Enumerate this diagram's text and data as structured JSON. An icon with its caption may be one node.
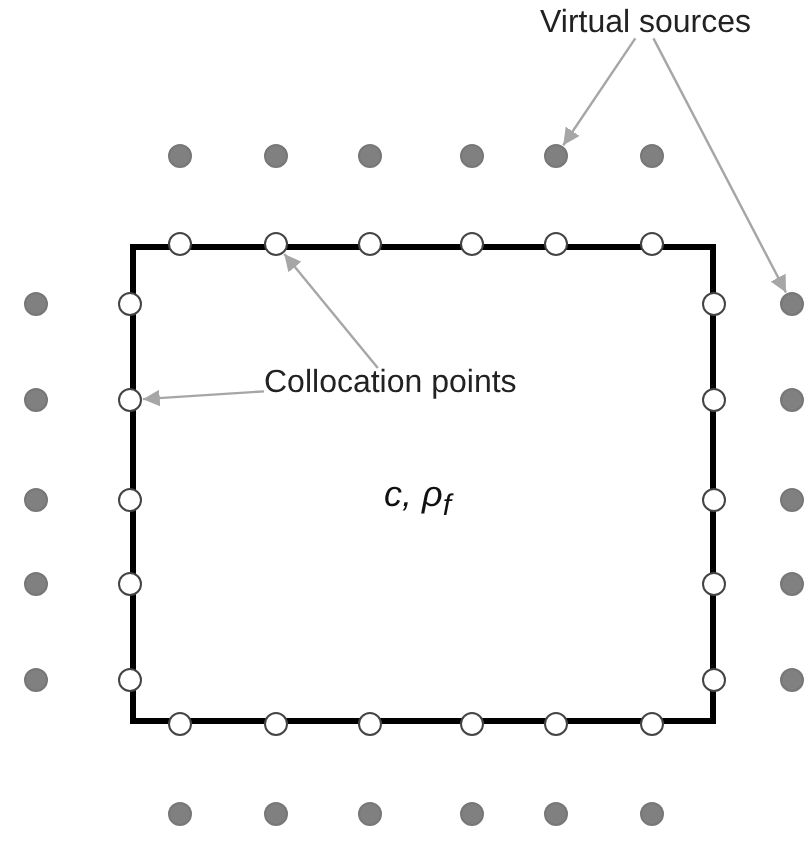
{
  "diagram": {
    "nodes": [
      {
        "text": [
          "Virtual sources"
        ]
      },
      {
        "text": [],
        "shape": "circle"
      },
      {
        "text": [],
        "shape": "circle"
      },
      {
        "text": [],
        "shape": "circle"
      },
      {
        "text": [],
        "shape": "circle"
      },
      {
        "text": [],
        "shape": "circle"
      },
      {
        "text": [],
        "shape": "circle"
      },
      {
        "text": [
          "c, ρ$_{f}$"
        ]
      },
      {
        "text": [],
        "shape": "circle"
      },
      {
        "text": [],
        "shape": "circle"
      },
      {
        "text": [],
        "shape": "circle"
      },
      {
        "text": [],
        "shape": "circle"
      },
      {
        "text": [],
        "shape": "circle"
      },
      {
        "text": [],
        "shape": "circle"
      },
      {
        "text": [
          "Collocation points"
        ],
        "in": 7
      },
      {
        "text": [],
        "shape": "circle"
      },
      {
        "text": [],
        "shape": "circle"
      },
      {
        "text": [],
        "shape": "circle"
      },
      {
        "text": [],
        "shape": "circle"
      },
      {
        "text": [],
        "shape": "circle"
      },
      {
        "text": [],
        "shape": "circle"
      },
      {
        "text": [],
        "shape": "circle"
      },
      {
        "text": [],
        "shape": "circle"
      },
      {
        "text": [],
        "shape": "circle"
      },
      {
        "text": [],
        "shape": "circle"
      },
      {
        "text": [],
        "shape": "circle"
      },
      {
        "text": [],
        "shape": "circle"
      },
      {
        "text": [],
        "shape": "circle"
      },
      {
        "text": [],
        "shape": "circle"
      },
      {
        "text": [],
        "shape": "circle"
      },
      {
        "text": [],
        "shape": "circle"
      },
      {
        "text": [],
        "shape": "circle"
      },
      {
        "text": [],
        "shape": "circle"
      },
      {
        "text": [],
        "shape": "circle"
      },
      {
        "text": [],
        "shape": "circle"
      },
      {
        "text": [],
        "shape": "circle"
      },
      {
        "text": [],
        "shape": "circle"
      },
      {
        "text": [],
        "shape": "circle"
      },
      {
        "text": [],
        "shape": "circle"
      },
      {
        "text": [],
        "shape": "circle"
      },
      {
        "text": [],
        "shape": "circle"
      },
      {
        "text": [],
        "shape": "circle"
      },
      {
        "text": [],
        "shape": "circle"
      },
      {
        "text": [],
        "shape": "circle"
      },
      {
        "text": [],
        "shape": "circle"
      },
      {
        "text": [],
        "shape": "circle"
      },
      {
        "text": [],
        "shape": "circle"
      }
    ],
    "edges": [
      {
        "from": 0,
        "to": 5,
        "arrow": "to"
      },
      {
        "from": 0,
        "to": 18,
        "arrow": "to"
      },
      {
        "from": 14,
        "to": 9,
        "arrow": "to"
      },
      {
        "from": 14,
        "to": 20,
        "arrow": "to"
      }
    ]
  }
}
